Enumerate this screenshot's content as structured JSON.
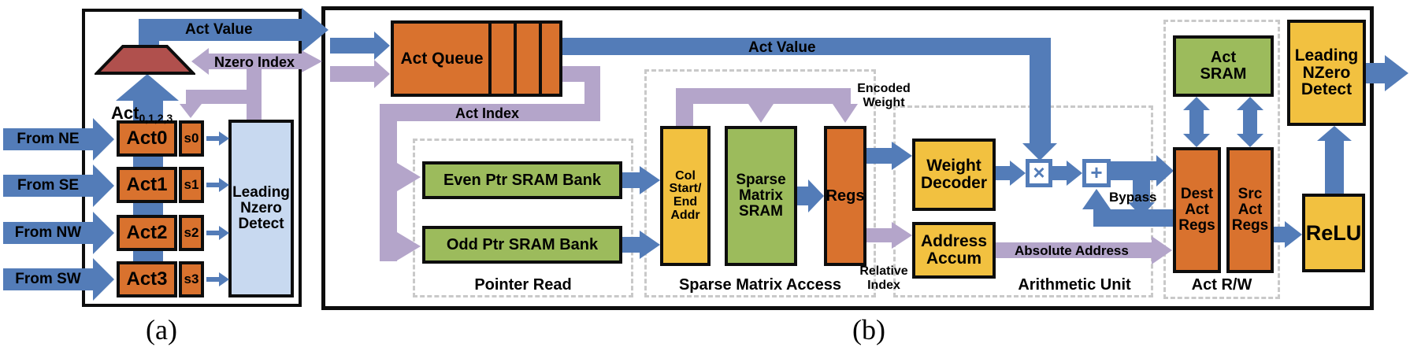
{
  "panel_a": {
    "caption": "(a)",
    "inputs": [
      "From NE",
      "From SE",
      "From NW",
      "From SW"
    ],
    "act_regs": [
      {
        "label": "Act0",
        "s": "s0"
      },
      {
        "label": "Act1",
        "s": "s1"
      },
      {
        "label": "Act2",
        "s": "s2"
      },
      {
        "label": "Act3",
        "s": "s3"
      }
    ],
    "act_bus": "Act",
    "act_bus_sub": "0,1,2,3",
    "act_value": "Act Value",
    "nzero_index": "Nzero Index",
    "lnzd": "Leading\nNzero\nDetect"
  },
  "panel_b": {
    "caption": "(b)",
    "act_queue": "Act Queue",
    "act_value": "Act Value",
    "act_index": "Act Index",
    "pointer_read": {
      "label": "Pointer Read",
      "even_bank": "Even Ptr SRAM Bank",
      "odd_bank": "Odd Ptr SRAM Bank"
    },
    "sparse_matrix_access": {
      "label": "Sparse Matrix Access",
      "col_addr": "Col\nStart/\nEnd\nAddr",
      "sram": "Sparse\nMatrix\nSRAM",
      "regs": "Regs",
      "encoded_weight": "Encoded\nWeight",
      "relative_index": "Relative\nIndex"
    },
    "arithmetic_unit": {
      "label": "Arithmetic Unit",
      "weight_decoder": "Weight\nDecoder",
      "address_accum": "Address\nAccum",
      "multiply": "×",
      "add": "+",
      "bypass": "Bypass",
      "absolute_address": "Absolute Address"
    },
    "act_rw": {
      "label": "Act R/W",
      "act_sram": "Act\nSRAM",
      "dest_regs": "Dest\nAct\nRegs",
      "src_regs": "Src\nAct\nRegs"
    },
    "relu": "ReLU",
    "lnzd": "Leading\nNZero\nDetect"
  },
  "colors": {
    "blue": "#537CB8",
    "purple": "#B4A5CA",
    "orange": "#D9722E",
    "green": "#9CBB5C",
    "yellow": "#F2C140",
    "paleblue": "#C8D9F0",
    "darkred": "#B0504D",
    "dash": "#C9C9C9",
    "line": "#0D0D0D"
  }
}
